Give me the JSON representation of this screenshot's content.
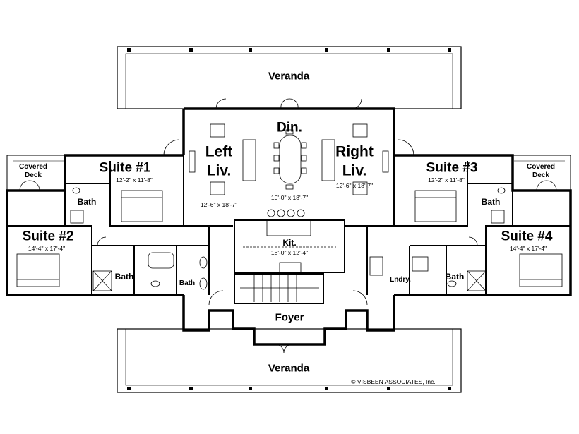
{
  "plan": {
    "veranda_top": "Veranda",
    "veranda_bottom": "Veranda",
    "dining": {
      "name": "Din.",
      "dims": "10'-0\" x 18'-7\""
    },
    "left_living": {
      "line1": "Left",
      "line2": "Liv.",
      "dims": "12'-6\" x 18'-7\""
    },
    "right_living": {
      "line1": "Right",
      "line2": "Liv.",
      "dims": "12'-6\" x 18'-7\""
    },
    "kitchen": {
      "name": "Kit.",
      "dims": "18'-0\" x 12'-4\""
    },
    "foyer": "Foyer",
    "laundry": "Lndry.",
    "suite1": {
      "name": "Suite #1",
      "dims": "12'-2\" x 11'-8\""
    },
    "suite2": {
      "name": "Suite #2",
      "dims": "14'-4\" x 17'-4\""
    },
    "suite3": {
      "name": "Suite #3",
      "dims": "12'-2\" x 11'-8\""
    },
    "suite4": {
      "name": "Suite #4",
      "dims": "14'-4\" x 17'-4\""
    },
    "bath": "Bath",
    "covered_deck_left": {
      "line1": "Covered",
      "line2": "Deck"
    },
    "covered_deck_right": {
      "line1": "Covered",
      "line2": "Deck"
    },
    "copyright": "© VISBEEN ASSOCIATES, Inc."
  }
}
